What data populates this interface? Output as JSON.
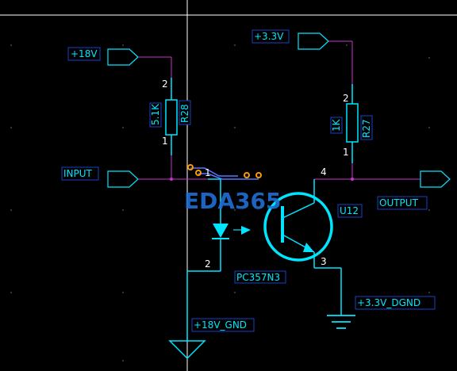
{
  "nets": {
    "v18": "+18V",
    "v33": "+3.3V",
    "input": "INPUT",
    "output": "OUTPUT",
    "gnd18": "+18V_GND",
    "dgnd": "+3.3V_DGND"
  },
  "components": {
    "r28": {
      "ref": "R28",
      "value": "5.1K",
      "pin_top": "2",
      "pin_bottom": "1"
    },
    "r27": {
      "ref": "R27",
      "value": "1K",
      "pin_top": "2",
      "pin_bottom": "1"
    },
    "optocoupler": {
      "part": "PC357N3",
      "pin_anode": "1",
      "pin_cathode": "2"
    },
    "transistor": {
      "ref": "U12",
      "pin_collector": "4",
      "pin_emitter": "3"
    }
  },
  "watermark": "EDA365",
  "colors": {
    "background": "#000000",
    "wire": "#00e5ff",
    "net_wire": "#cc33cc",
    "label": "#00e5ff",
    "label_box": "#1b3fc8",
    "pin_number": "#ffffff",
    "crosshair": "#ffffff",
    "grid_dot": "#777777",
    "pad": "#ff9900",
    "trace": "#5577ff",
    "watermark": "#1f6fd6"
  }
}
